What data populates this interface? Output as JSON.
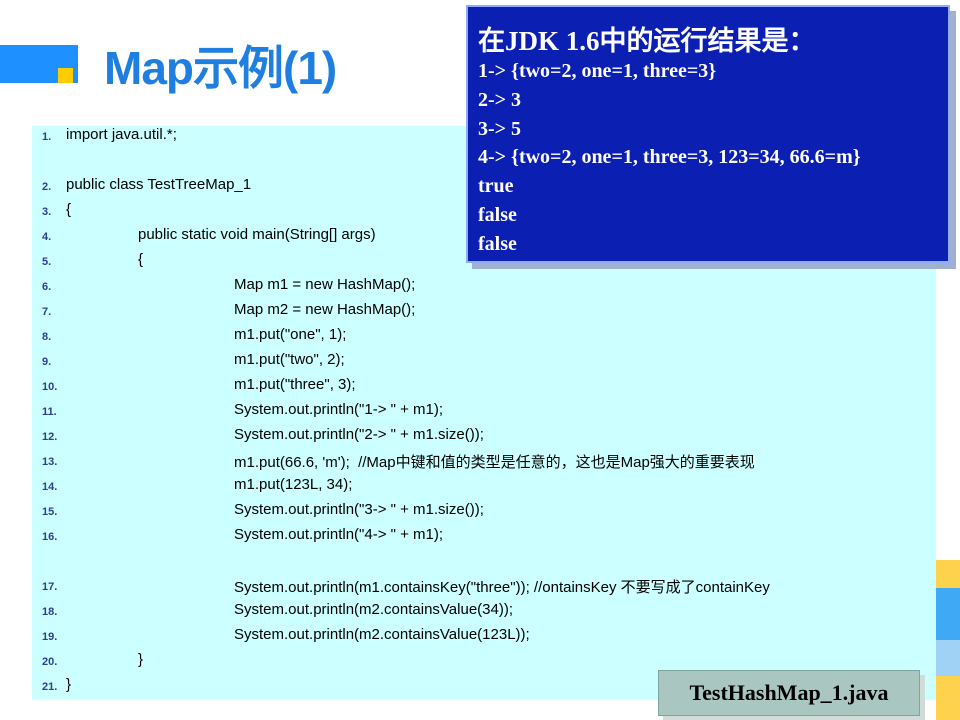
{
  "slide": {
    "title": "Map示例(1)"
  },
  "code_lines": [
    {
      "num": "1.",
      "code": "import java.util.*;",
      "indent": 0
    },
    {
      "num": "2.",
      "code": "public class TestTreeMap_1",
      "indent": 0
    },
    {
      "num": "3.",
      "code": "{",
      "indent": 0
    },
    {
      "num": "4.",
      "code": "public static void main(String[] args)",
      "indent": 1
    },
    {
      "num": "5.",
      "code": "{",
      "indent": 1
    },
    {
      "num": "6.",
      "code": "Map m1 = new HashMap();",
      "indent": 2
    },
    {
      "num": "7.",
      "code": "Map m2 = new HashMap();",
      "indent": 2
    },
    {
      "num": "8.",
      "code": "m1.put(\"one\", 1);",
      "indent": 2
    },
    {
      "num": "9.",
      "code": "m1.put(\"two\", 2);",
      "indent": 2
    },
    {
      "num": "10.",
      "code": "m1.put(\"three\", 3);",
      "indent": 2
    },
    {
      "num": "11.",
      "code": "System.out.println(\"1-> \" + m1);",
      "indent": 2
    },
    {
      "num": "12.",
      "code": "System.out.println(\"2-> \" + m1.size());",
      "indent": 2
    },
    {
      "num": "13.",
      "code": "m1.put(66.6, 'm');  //Map中键和值的类型是任意的，这也是Map强大的重要表现",
      "indent": 2
    },
    {
      "num": "14.",
      "code": "m1.put(123L, 34);",
      "indent": 2
    },
    {
      "num": "15.",
      "code": "System.out.println(\"3-> \" + m1.size());",
      "indent": 2
    },
    {
      "num": "16.",
      "code": "System.out.println(\"4-> \" + m1);",
      "indent": 2
    },
    {
      "num": "17.",
      "code": "System.out.println(m1.containsKey(\"three\")); //ontainsKey 不要写成了containKey",
      "indent": 2
    },
    {
      "num": "18.",
      "code": "System.out.println(m2.containsValue(34));",
      "indent": 2
    },
    {
      "num": "19.",
      "code": "System.out.println(m2.containsValue(123L));",
      "indent": 2
    },
    {
      "num": "20.",
      "code": "}",
      "indent": 1
    },
    {
      "num": "21.",
      "code": "}",
      "indent": 0
    }
  ],
  "output": {
    "heading": "在JDK 1.6中的运行结果是：",
    "lines": [
      "1-> {two=2, one=1, three=3}",
      "2-> 3",
      "3-> 5",
      "4-> {two=2, one=1, three=3, 123=34, 66.6=m}",
      "true",
      "false",
      "false"
    ]
  },
  "file_label": "TestHashMap_1.java",
  "colors": {
    "title": "#1e7fe0",
    "code_background": "#ccffff",
    "output_background": "#0b1fb3",
    "badge_background": "#a9c7c0"
  }
}
